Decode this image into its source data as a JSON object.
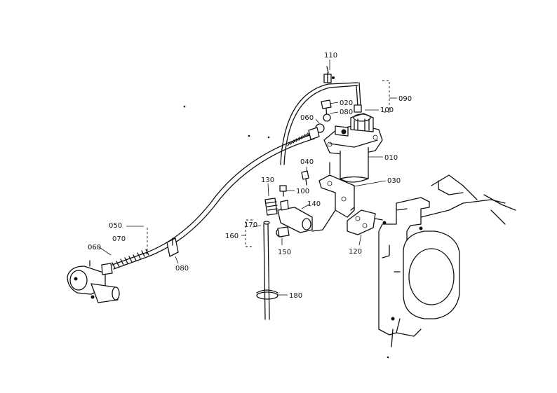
{
  "callouts": {
    "c110": "110",
    "c090": "090",
    "c020": "020",
    "c080a": "080",
    "c100a": "100",
    "c060a": "060",
    "c010": "010",
    "c040": "040",
    "c100b": "100",
    "c030": "030",
    "c130": "130",
    "c140": "140",
    "c050": "050",
    "c070": "070",
    "c060b": "060",
    "c170": "170",
    "c160": "160",
    "c150": "150",
    "c120": "120",
    "c080b": "080",
    "c180": "180"
  }
}
